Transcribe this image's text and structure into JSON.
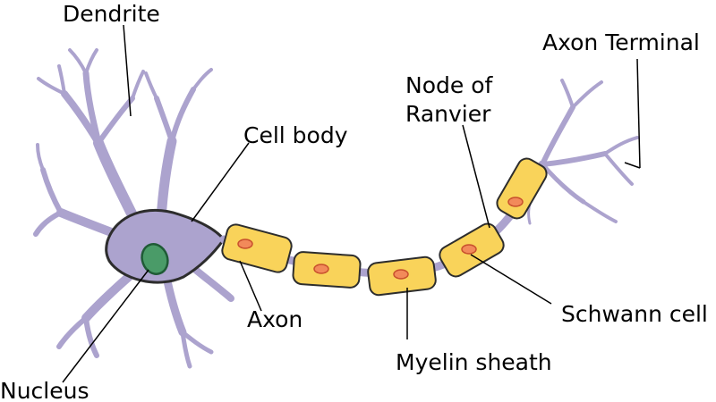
{
  "labels": {
    "dendrite": "Dendrite",
    "cell_body": "Cell body",
    "nucleus": "Nucleus",
    "axon": "Axon",
    "node_line1": "Node of",
    "node_line2": "Ranvier",
    "axon_terminal": "Axon Terminal",
    "schwann_cell": "Schwann cell",
    "myelin_sheath": "Myelin sheath"
  },
  "colors": {
    "neuron": "#ACA3CE",
    "neuron_stroke": "#2D2D2D",
    "myelin": "#F9D35A",
    "myelin_stroke": "#2D2D2D",
    "schwann_nucleus": "#F28A5A",
    "schwann_nucleus_stroke": "#C8502D",
    "cell_nucleus": "#4A9B68",
    "cell_nucleus_stroke": "#1F5B36",
    "leader": "#000000"
  }
}
